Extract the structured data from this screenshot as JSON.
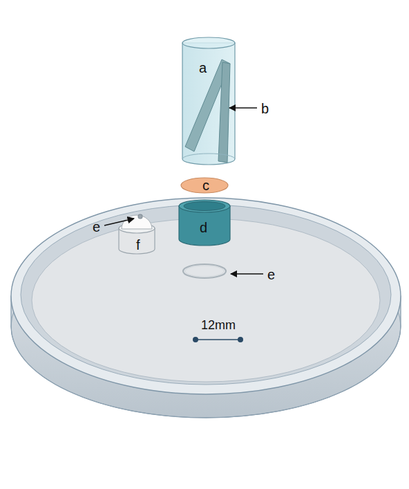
{
  "diagram": {
    "labels": [
      "a",
      "b",
      "c",
      "e",
      "d",
      "f",
      "e",
      "12mm"
    ]
  }
}
